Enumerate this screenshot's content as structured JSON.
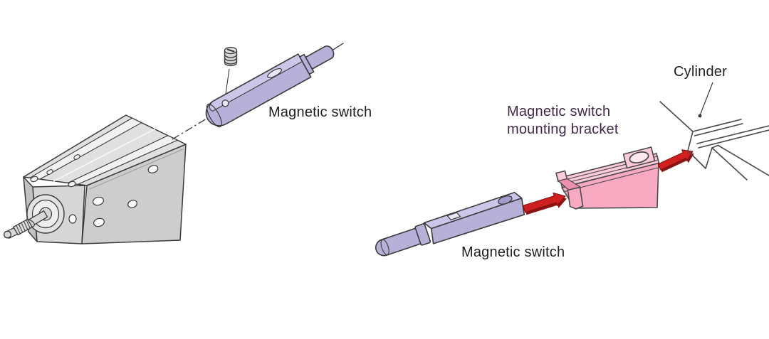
{
  "left_diagram": {
    "switch_label": "Magnetic switch"
  },
  "right_diagram": {
    "switch_label": "Magnetic switch",
    "bracket_label_line1": "Magnetic switch",
    "bracket_label_line2": "mounting bracket",
    "cylinder_label": "Cylinder"
  },
  "colors": {
    "background": "#ffffff",
    "switch_lavender": "#b7b1da",
    "switch_lavender_light": "#cbc7e9",
    "switch_lavender_dark": "#a49cce",
    "switch_window": "#e9e6f8",
    "bracket_pink": "#f8aac2",
    "bracket_pink_light": "#fccadb",
    "bracket_pink_dark": "#ef8fb0",
    "bracket_hole": "#fde8ee",
    "cylinder_gray_top": "#e0e0e0",
    "cylinder_gray_front": "#d6d6d6",
    "cylinder_gray_side": "#cdcdcd",
    "cylinder_gray_dark": "#c2c2c2",
    "groove_white": "#f1f1f1",
    "arrow_red": "#cf1f1f",
    "arrow_red_dark": "#8e1414",
    "outline_dark": "#3a3a3a",
    "line_art_gray": "#4a4a4a",
    "label_color": "#1e1e1e",
    "bracket_label_color": "#402a46"
  }
}
